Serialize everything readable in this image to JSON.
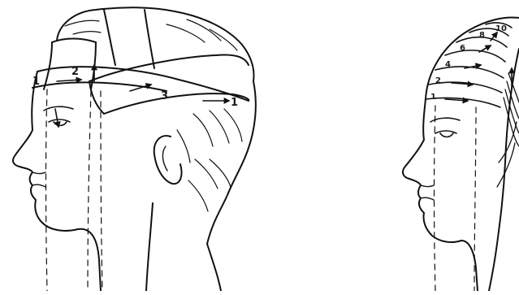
{
  "figures": [
    {
      "id": "head-bandage-left",
      "labels": [
        "1",
        "2",
        "3",
        "1"
      ]
    },
    {
      "id": "head-bandage-right",
      "labels": [
        "1",
        "2",
        "4",
        "6",
        "8",
        "10"
      ]
    }
  ]
}
